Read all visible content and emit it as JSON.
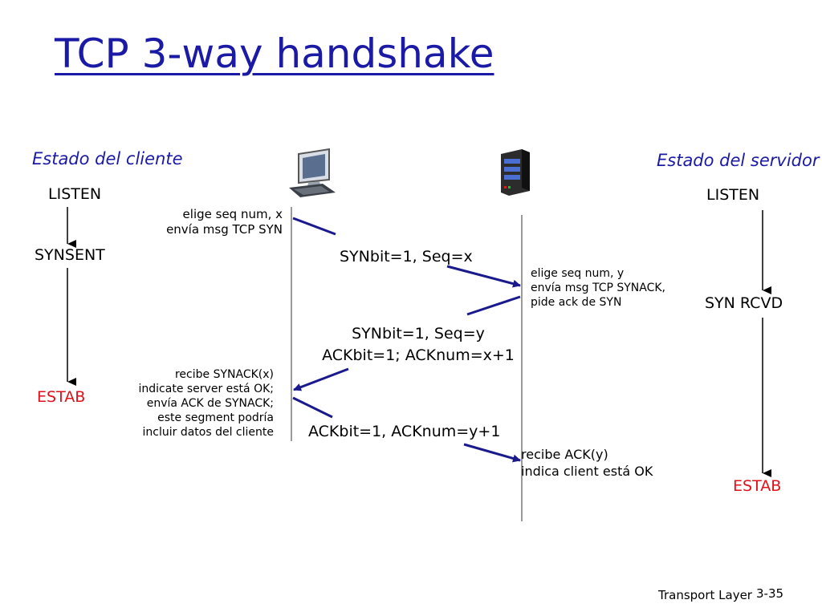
{
  "title": "TCP 3-way handshake",
  "client": {
    "heading": "Estado del cliente",
    "states": [
      "LISTEN",
      "SYNSENT",
      "ESTAB"
    ],
    "note_syn": [
      "elige seq num, x",
      "envía msg TCP SYN"
    ],
    "note_synack": [
      "recibe SYNACK(x)",
      "indicate server está OK;",
      "envía ACK de SYNACK;",
      "este segment podría",
      "incluir datos del cliente"
    ]
  },
  "server": {
    "heading": "Estado del servidor",
    "states": [
      "LISTEN",
      "SYN RCVD",
      "ESTAB"
    ],
    "note_synack": [
      "elige seq num, y",
      "envía msg TCP SYNACK,",
      "pide ack de SYN"
    ],
    "note_ack": [
      "recibe ACK(y)",
      "indica client está OK"
    ]
  },
  "messages": {
    "syn": "SYNbit=1, Seq=x",
    "synack": [
      "SYNbit=1, Seq=y",
      "ACKbit=1; ACKnum=x+1"
    ],
    "ack": "ACKbit=1, ACKnum=y+1"
  },
  "footer": {
    "label": "Transport Layer",
    "page": "3-35"
  },
  "colors": {
    "title": "#1a1aa6",
    "heading": "#1a1aa6",
    "estab": "#e0101a",
    "arrow": "#1a1a8c",
    "timeline": "#9a9a9a"
  },
  "icons": [
    "computer-icon",
    "server-icon"
  ]
}
